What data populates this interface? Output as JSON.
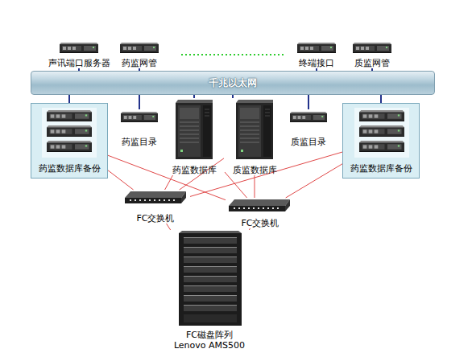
{
  "diagram": {
    "nodes": [
      {
        "text": [
          "声讯端口服务器"
        ]
      },
      {
        "text": [
          "药监网管"
        ]
      },
      {
        "text": [
          "终端接口"
        ]
      },
      {
        "text": [
          "质监网管"
        ]
      },
      {
        "text": [
          "千兆以太网"
        ]
      },
      {
        "text": [
          "药监数据库备份"
        ]
      },
      {
        "text": [
          "药监目录"
        ]
      },
      {
        "text": [
          "药监数据库"
        ]
      },
      {
        "text": [
          "质监数据库"
        ]
      },
      {
        "text": [
          "质监目录"
        ]
      },
      {
        "text": [
          "药监数据库备份"
        ]
      },
      {
        "text": [
          "FC交换机"
        ]
      },
      {
        "text": [
          "FC交换机"
        ]
      },
      {
        "text": [
          "FC磁盘阵列 Lenovo AMS500"
        ]
      }
    ],
    "edges": [
      {
        "from": 0,
        "to": 4,
        "arrow": "none"
      },
      {
        "from": 1,
        "to": 4,
        "arrow": "none"
      },
      {
        "from": 2,
        "to": 4,
        "arrow": "none"
      },
      {
        "from": 3,
        "to": 4,
        "arrow": "none"
      },
      {
        "from": 4,
        "to": 5,
        "arrow": "none"
      },
      {
        "from": 4,
        "to": 6,
        "arrow": "none"
      },
      {
        "from": 4,
        "to": 7,
        "arrow": "none"
      },
      {
        "from": 4,
        "to": 8,
        "arrow": "none"
      },
      {
        "from": 4,
        "to": 9,
        "arrow": "none"
      },
      {
        "from": 4,
        "to": 10,
        "arrow": "none"
      },
      {
        "from": 5,
        "to": 11,
        "arrow": "none"
      },
      {
        "from": 5,
        "to": 12,
        "arrow": "none"
      },
      {
        "from": 7,
        "to": 11,
        "arrow": "none"
      },
      {
        "from": 7,
        "to": 12,
        "arrow": "none"
      },
      {
        "from": 8,
        "to": 11,
        "arrow": "none"
      },
      {
        "from": 8,
        "to": 12,
        "arrow": "none"
      },
      {
        "from": 10,
        "to": 11,
        "arrow": "none"
      },
      {
        "from": 10,
        "to": 12,
        "arrow": "none"
      },
      {
        "from": 11,
        "to": 13,
        "arrow": "none"
      },
      {
        "from": 12,
        "to": 13,
        "arrow": "none"
      }
    ]
  }
}
